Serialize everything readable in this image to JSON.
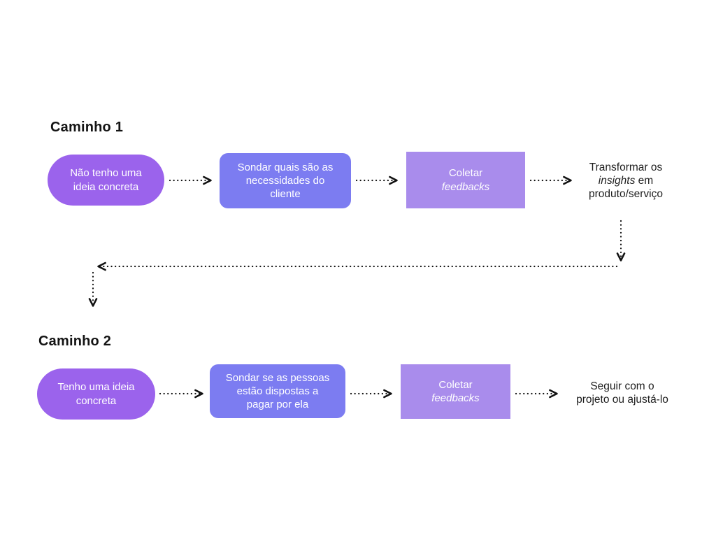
{
  "colors": {
    "pill_bg": "#9B63EC",
    "rounded_bg": "#7C7CF1",
    "rect_bg": "#A98CEC",
    "shape_text": "#FFFFFF",
    "dark_text": "#1E1E1E",
    "arrow": "#111111",
    "background": "#FFFFFF"
  },
  "path1": {
    "title": "Caminho 1",
    "start": {
      "line1": "Não tenho uma",
      "line2": "ideia concreta"
    },
    "probe": {
      "line1": "Sondar quais são as",
      "line2": "necessidades do",
      "line3": "cliente"
    },
    "collect": {
      "word": "Coletar",
      "italic": "feedbacks"
    },
    "result": {
      "line1": "Transformar os",
      "line2_italic": "insights",
      "line2_rest": " em",
      "line3": "produto/serviço"
    }
  },
  "path2": {
    "title": "Caminho 2",
    "start": {
      "line1": "Tenho uma ideia",
      "line2": "concreta"
    },
    "probe": {
      "line1": "Sondar se as pessoas",
      "line2": "estão dispostas a",
      "line3": "pagar por ela"
    },
    "collect": {
      "word": "Coletar",
      "italic": "feedbacks"
    },
    "result": {
      "line1": "Seguir com o",
      "line2": "projeto ou ajustá-lo"
    }
  }
}
